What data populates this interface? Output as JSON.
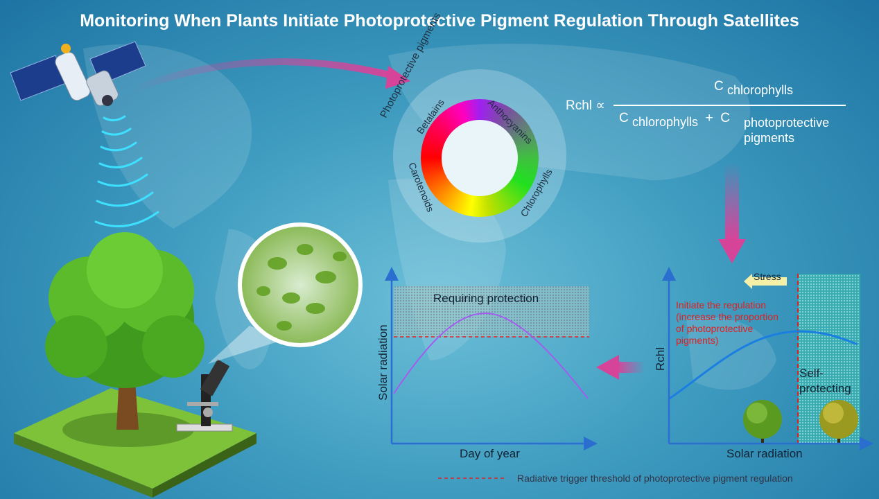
{
  "title": "Monitoring When Plants Initiate Photoprotective Pigment Regulation Through Satellites",
  "wheel": {
    "heading": "Photoprotective pigments",
    "segments": [
      "Betalains",
      "Anthocyanins",
      "Chlorophylls",
      "Carotenoids"
    ]
  },
  "formula": {
    "lhs": "Rchl",
    "symbol": "∝",
    "c": "C",
    "num_sub": "chlorophylls",
    "den_sub1": "chlorophylls",
    "plus": "+",
    "den_sub2_line1": "photoprotective",
    "den_sub2_line2": "pigments"
  },
  "left_chart": {
    "region_label": "Requiring protection",
    "ylabel": "Solar radiation",
    "xlabel": "Day of year"
  },
  "right_chart": {
    "stress_label": "Stress",
    "annotation": [
      "Initiate the regulation",
      "(increase the proportion",
      "of photoprotective",
      "pigments)"
    ],
    "region_label_1": "Self-",
    "region_label_2": "protecting",
    "ylabel": "Rchl",
    "xlabel": "Solar radiation"
  },
  "legend": {
    "threshold_label": "Radiative trigger threshold of photoprotective pigment regulation"
  },
  "colors": {
    "arrow": "#d6449a",
    "threshold": "#e02020",
    "rchl_curve": "#1a7fe0",
    "radiation_curve": "#a35cf0"
  }
}
